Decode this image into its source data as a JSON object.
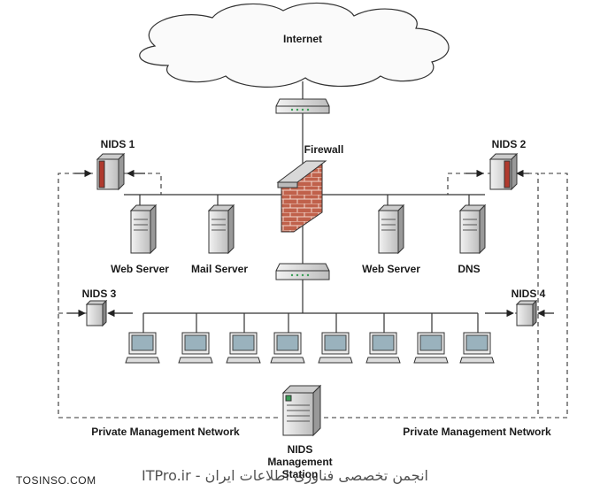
{
  "cloud": {
    "label": "Internet"
  },
  "firewall": {
    "label": "Firewall"
  },
  "servers": [
    {
      "label": "Web Server"
    },
    {
      "label": "Mail Server"
    },
    {
      "label": "Web Server"
    },
    {
      "label": "DNS"
    }
  ],
  "nids": [
    {
      "label": "NIDS 1"
    },
    {
      "label": "NIDS 2"
    },
    {
      "label": "NIDS 3"
    },
    {
      "label": "NIDS 4"
    }
  ],
  "network": {
    "left_label": "Private Management Network",
    "right_label": "Private Management Network"
  },
  "station": {
    "line1": "NIDS",
    "line2": "Management",
    "line3": "Station"
  },
  "watermark": {
    "left": "TOSINSO.COM",
    "right": "ITPro.ir - انجمن تخصصی فناوری اطلاعات ایران"
  },
  "colors": {
    "firewall_brick": "#c0614b",
    "nids_accent": "#b03a2e",
    "line": "#333333"
  }
}
